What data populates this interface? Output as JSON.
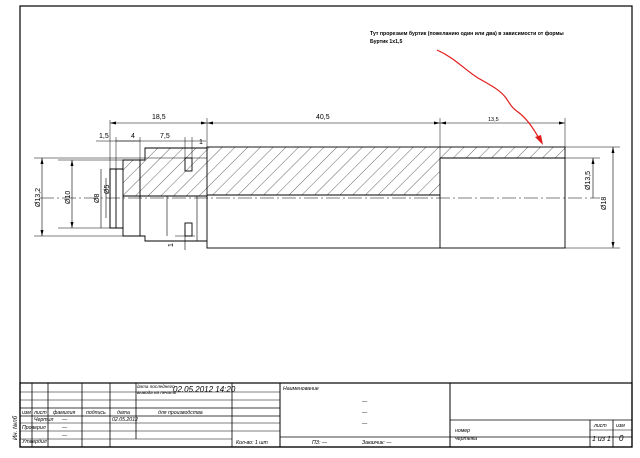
{
  "colors": {
    "line": "#000000",
    "annotation": "#e21b1b",
    "paper": "#ffffff"
  },
  "annotation": {
    "line1": "Тут прорезаем буртик (пожеланию один или два) в зависимости от формы",
    "line2": "Буртик 1х1,5"
  },
  "dimensions": {
    "d_18_5": "18,5",
    "d_40_5": "40,5",
    "d_13_5_top": "13,5",
    "d_1_5": "1,5",
    "d_4": "4",
    "d_7_5": "7,5",
    "d_1_top": "1",
    "d_13_2": "Ø13,2",
    "d_10": "Ø10",
    "d_8": "Ø8",
    "d_5": "Ø5",
    "d_13_5_right": "Ø13,5",
    "d_18": "Ø18",
    "d_1_bottom": "1"
  },
  "title_block": {
    "date_label_1": "дата последнего",
    "date_label_2": "вывода на печать",
    "print_date": "02.05.2012 14:20",
    "name_label": "Наименование",
    "dash": "—",
    "col_izm": "изм",
    "col_list": "лист",
    "col_familiya": "фамилия",
    "col_podpis": "подпись",
    "col_data": "дата",
    "purpose": "для производства",
    "row_chertil": "Чертил",
    "row_proveril": "Проверил",
    "row_utverdil": "Утвердил",
    "chertil_date": "02.05.2012",
    "kol_vo": "Кол-во: 1 шт",
    "pz": "ПЗ: —",
    "zakazchik": "Заказчик: —",
    "nomer": "номер",
    "chertezha": "чертежа",
    "list_label": "лист",
    "izm_label": "изм",
    "sheet_count": "1 из 1",
    "revision": "0",
    "side_label": "Ин. №пб"
  }
}
